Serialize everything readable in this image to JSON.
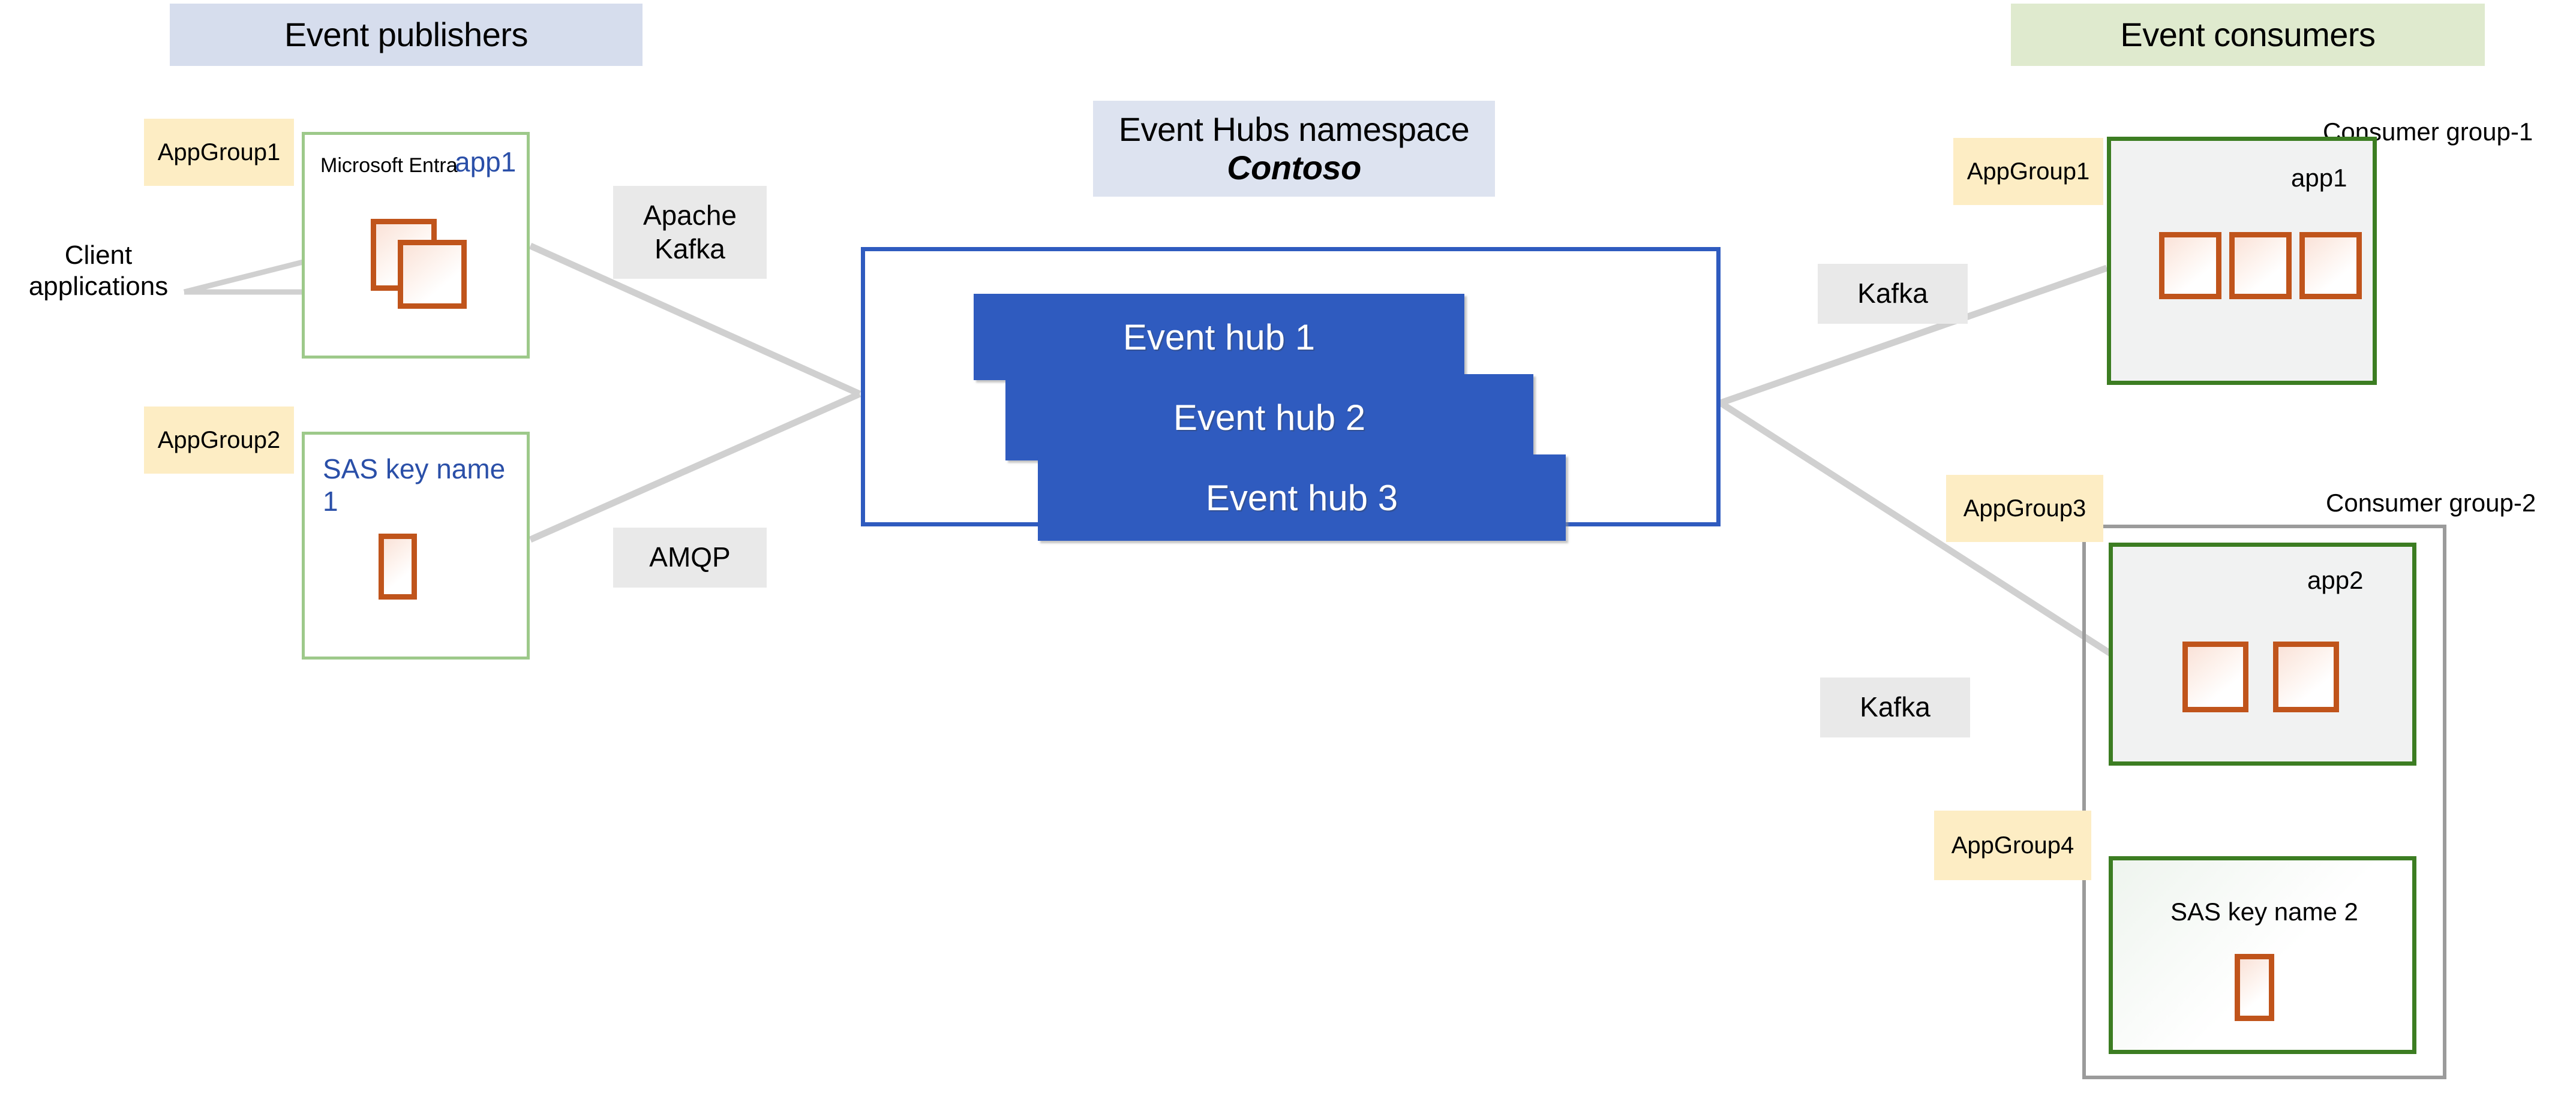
{
  "headers": {
    "publishers": "Event publishers",
    "consumers": "Event consumers",
    "namespace_title": "Event Hubs namespace",
    "namespace_name": "Contoso"
  },
  "publishers": {
    "client_applications_label": "Client applications",
    "groups": [
      {
        "tag": "AppGroup1",
        "identity_prefix": "Microsoft Entra",
        "identity_name": "app1",
        "app_instances": 2
      },
      {
        "tag": "AppGroup2",
        "identity_name": "SAS key name 1",
        "app_instances": 1
      }
    ],
    "protocols": [
      {
        "label": "Apache Kafka",
        "lines": [
          "Apache",
          "Kafka"
        ]
      },
      {
        "label": "AMQP",
        "lines": [
          "AMQP"
        ]
      }
    ]
  },
  "namespace": {
    "event_hubs": [
      "Event hub 1",
      "Event hub 2",
      "Event hub 3"
    ]
  },
  "consumers": {
    "consumer_groups": [
      {
        "title": "Consumer group-1",
        "protocol": "Kafka",
        "apps": [
          {
            "tag": "AppGroup1",
            "identity_name": "app1",
            "app_instances": 3
          }
        ]
      },
      {
        "title": "Consumer group-2",
        "protocol": "Kafka",
        "apps": [
          {
            "tag": "AppGroup3",
            "identity_name": "app2",
            "app_instances": 2
          },
          {
            "tag": "AppGroup4",
            "identity_name": "SAS key name 2",
            "app_instances": 1
          }
        ]
      }
    ]
  },
  "colors": {
    "publisher_banner": "#d6dded",
    "consumer_banner": "#dfeace",
    "namespace_banner": "#dde3f0",
    "appgroup_tag": "#fdedc4",
    "protocol_tag": "#e9e9e9",
    "event_hub_bar": "#2f5bbf",
    "namespace_border": "#2f5bbf",
    "green_light_border": "#9dc98a",
    "green_dark_border": "#3c7d22",
    "orange_border": "#c0541b",
    "gray_group_border": "#9b9b9b",
    "connector_line": "#d0d0d0",
    "identity_text": "#2a4fa8"
  }
}
